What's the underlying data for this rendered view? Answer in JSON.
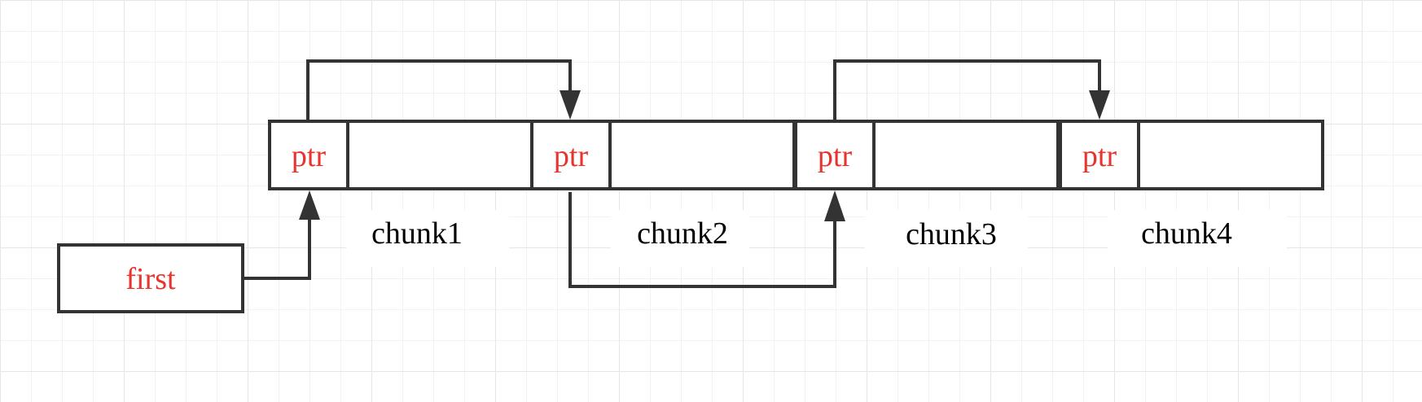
{
  "diagram": {
    "first_label": "first",
    "ptr_label": "ptr",
    "chunks": [
      {
        "label": "chunk1"
      },
      {
        "label": "chunk2"
      },
      {
        "label": "chunk3"
      },
      {
        "label": "chunk4"
      }
    ],
    "colors": {
      "line": "#333333",
      "pointer_text": "#e8342e",
      "label_text": "#000000",
      "grid": "#e6e6e6"
    }
  }
}
